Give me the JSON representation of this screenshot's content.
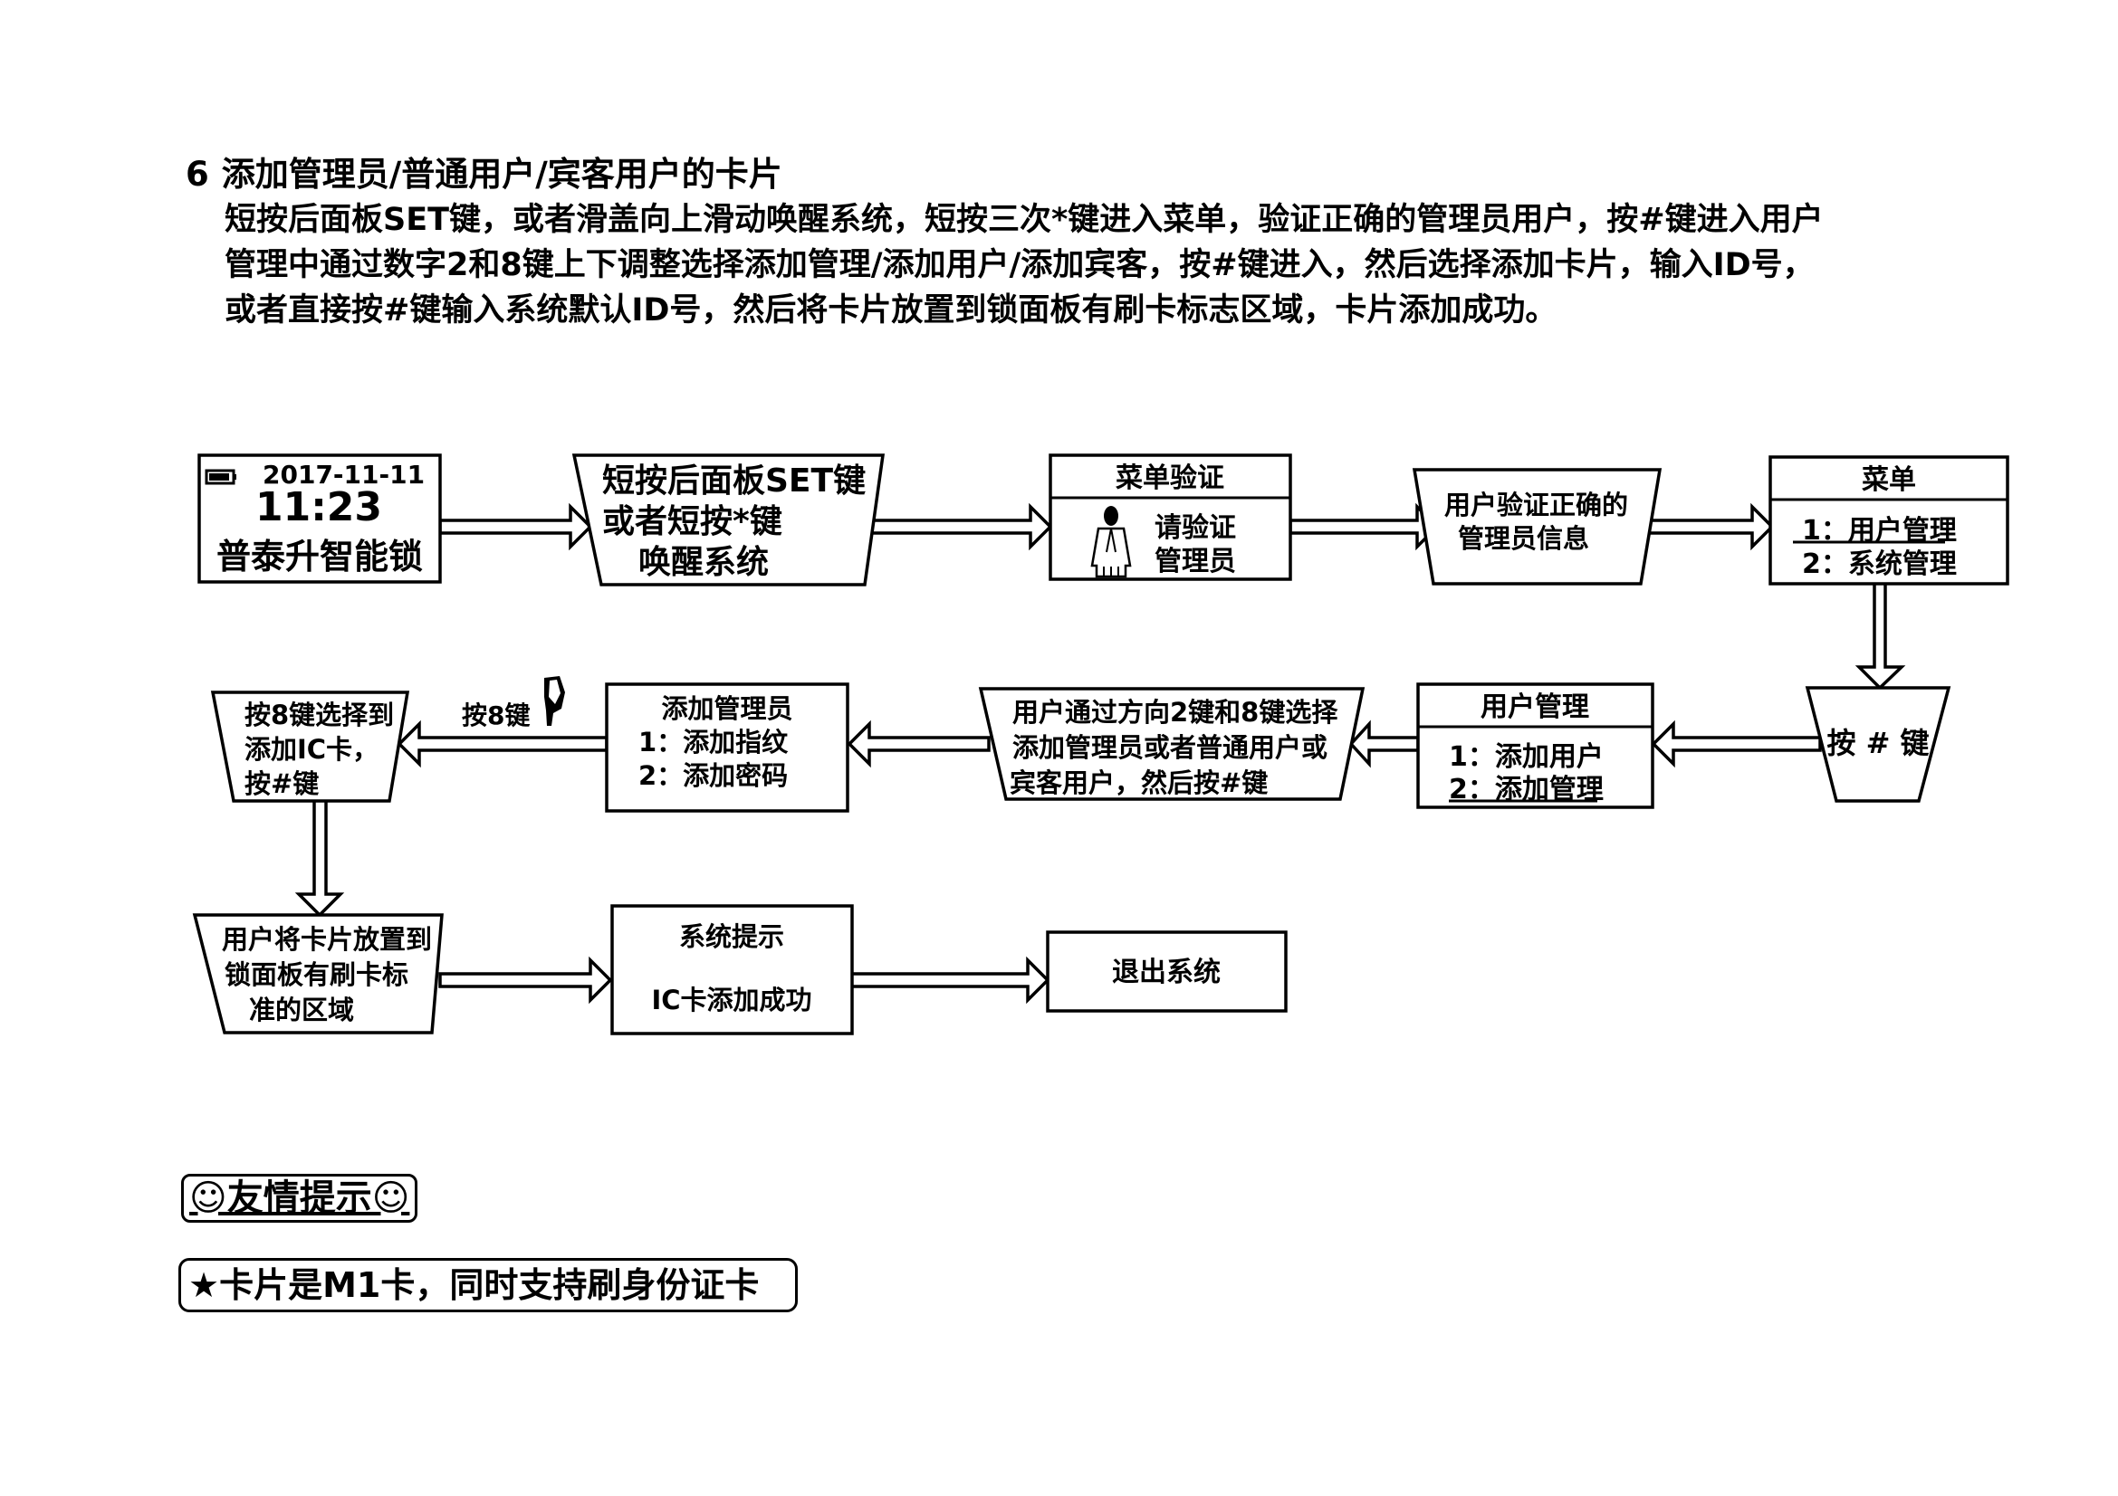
{
  "section": {
    "number": "6",
    "title": "添加管理员/普通用户/宾客用户的卡片",
    "paragraph_lines": [
      "短按后面板SET键，或者滑盖向上滑动唤醒系统，短按三次*键进入菜单，验证正确的管理员用户，按#键进入用户",
      "管理中通过数字2和8键上下调整选择添加管理/添加用户/添加宾客，按#键进入，然后选择添加卡片，输入ID号，",
      "或者直接按#键输入系统默认ID号，然后将卡片放置到锁面板有刷卡标志区域，卡片添加成功。"
    ]
  },
  "flow": {
    "lock_screen": {
      "battery_icon": "battery-icon",
      "date": "2017-11-11",
      "time": "11:23",
      "brand": "普泰升智能锁"
    },
    "wake_step": {
      "lines": [
        "短按后面板SET键",
        "或者短按*键",
        "唤醒系统"
      ]
    },
    "menu_verify": {
      "title": "菜单验证",
      "icon": "person-icon",
      "lines": [
        "请验证",
        "管理员"
      ]
    },
    "verify_ok": {
      "lines": [
        "用户验证正确的",
        "管理员信息"
      ]
    },
    "menu": {
      "title": "菜单",
      "items": [
        "1：用户管理",
        "2：系统管理"
      ],
      "selected_index": 0
    },
    "press_hash": {
      "label": "按 # 键"
    },
    "user_mgmt": {
      "title": "用户管理",
      "items": [
        "1：添加用户",
        "2：添加管理"
      ],
      "selected_index": 1
    },
    "select_step": {
      "lines": [
        "用户通过方向2键和8键选择",
        "添加管理员或者普通用户或",
        "宾客用户，然后按#键"
      ]
    },
    "add_admin": {
      "title": "添加管理员",
      "items": [
        "1：添加指纹",
        "2：添加密码"
      ]
    },
    "press8_label": "按8键",
    "press8_icon": "pointing-finger-icon",
    "choose_ic": {
      "lines": [
        "按8键选择到",
        "添加IC卡，",
        "按#键"
      ]
    },
    "place_card": {
      "lines": [
        "用户将卡片放置到",
        "锁面板有刷卡标",
        "准的区域"
      ]
    },
    "sys_prompt": {
      "title": "系统提示",
      "message": "IC卡添加成功"
    },
    "exit": {
      "label": "退出系统"
    }
  },
  "tip": {
    "label": "☺友情提示☺"
  },
  "note": {
    "text": "★卡片是M1卡，同时支持刷身份证卡"
  }
}
